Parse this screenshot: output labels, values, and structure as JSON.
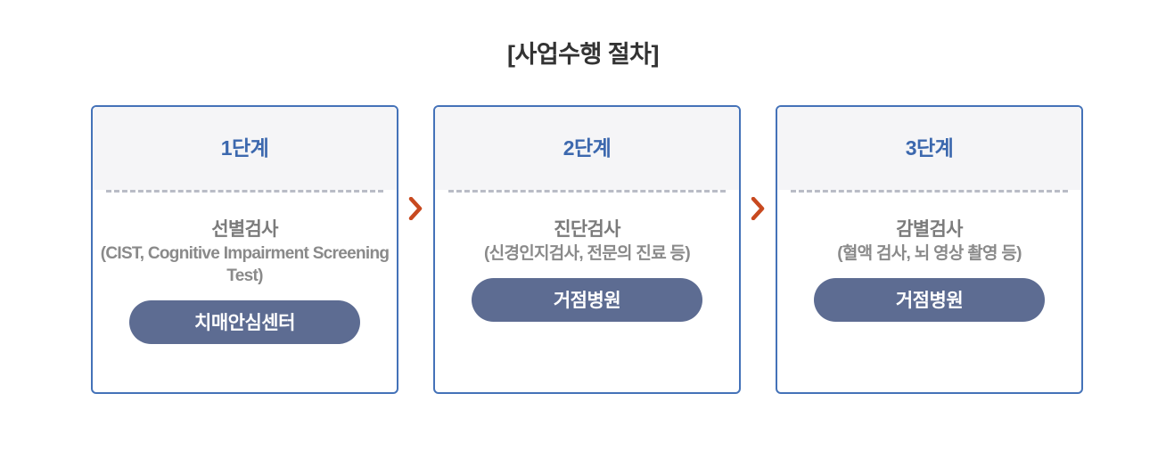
{
  "page": {
    "title": "[사업수행 절차]",
    "background_color": "#ffffff"
  },
  "theme": {
    "card_border_color": "#4472b8",
    "card_header_bg": "#f5f5f7",
    "step_label_color": "#3c68ae",
    "body_text_color": "#7b7b7b",
    "sub_text_color": "#8a8a8a",
    "pill_bg_color": "#5d6c92",
    "pill_text_color": "#ffffff",
    "arrow_color": "#c8491f",
    "divider_color": "#b9bcc6"
  },
  "flow": {
    "steps": [
      {
        "step_label": "1단계",
        "main_text": "선별검사",
        "sub_text": "(CIST, Cognitive Impairment Screening Test)",
        "pill_label": "치매안심센터"
      },
      {
        "step_label": "2단계",
        "main_text": "진단검사",
        "sub_text": "(신경인지검사, 전문의 진료 등)",
        "pill_label": "거점병원"
      },
      {
        "step_label": "3단계",
        "main_text": "감별검사",
        "sub_text": "(혈액 검사, 뇌 영상 촬영 등)",
        "pill_label": "거점병원"
      }
    ],
    "arrows": [
      {
        "icon": "chevron-right-icon"
      },
      {
        "icon": "chevron-right-icon"
      }
    ]
  }
}
